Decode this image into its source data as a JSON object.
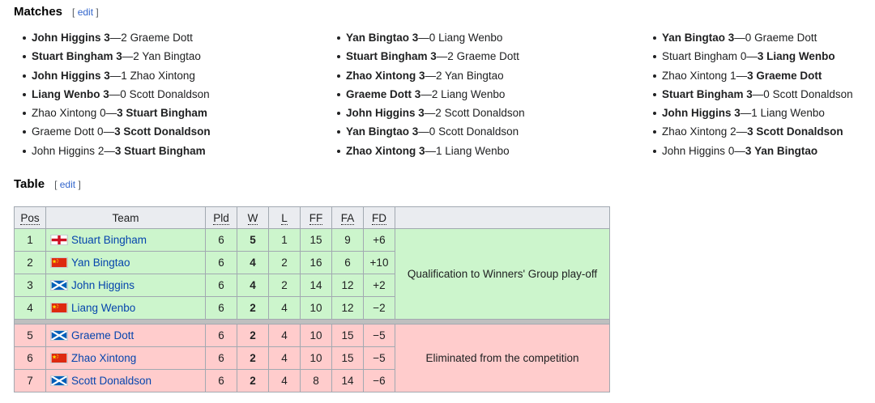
{
  "matches_section": {
    "title": "Matches",
    "edit_label": "edit"
  },
  "matches": {
    "col1": [
      {
        "a": "John Higgins",
        "sa": "3",
        "sb": "2",
        "b": "Graeme Dott",
        "winner": "a"
      },
      {
        "a": "Stuart Bingham",
        "sa": "3",
        "sb": "2",
        "b": "Yan Bingtao",
        "winner": "a"
      },
      {
        "a": "John Higgins",
        "sa": "3",
        "sb": "1",
        "b": "Zhao Xintong",
        "winner": "a"
      },
      {
        "a": "Liang Wenbo",
        "sa": "3",
        "sb": "0",
        "b": "Scott Donaldson",
        "winner": "a"
      },
      {
        "a": "Zhao Xintong",
        "sa": "0",
        "sb": "3",
        "b": "Stuart Bingham",
        "winner": "b"
      },
      {
        "a": "Graeme Dott",
        "sa": "0",
        "sb": "3",
        "b": "Scott Donaldson",
        "winner": "b"
      },
      {
        "a": "John Higgins",
        "sa": "2",
        "sb": "3",
        "b": "Stuart Bingham",
        "winner": "b"
      }
    ],
    "col2": [
      {
        "a": "Yan Bingtao",
        "sa": "3",
        "sb": "0",
        "b": "Liang Wenbo",
        "winner": "a"
      },
      {
        "a": "Stuart Bingham",
        "sa": "3",
        "sb": "2",
        "b": "Graeme Dott",
        "winner": "a"
      },
      {
        "a": "Zhao Xintong",
        "sa": "3",
        "sb": "2",
        "b": "Yan Bingtao",
        "winner": "a"
      },
      {
        "a": "Graeme Dott",
        "sa": "3",
        "sb": "2",
        "b": "Liang Wenbo",
        "winner": "a"
      },
      {
        "a": "John Higgins",
        "sa": "3",
        "sb": "2",
        "b": "Scott Donaldson",
        "winner": "a"
      },
      {
        "a": "Yan Bingtao",
        "sa": "3",
        "sb": "0",
        "b": "Scott Donaldson",
        "winner": "a"
      },
      {
        "a": "Zhao Xintong",
        "sa": "3",
        "sb": "1",
        "b": "Liang Wenbo",
        "winner": "a"
      }
    ],
    "col3": [
      {
        "a": "Yan Bingtao",
        "sa": "3",
        "sb": "0",
        "b": "Graeme Dott",
        "winner": "a"
      },
      {
        "a": "Stuart Bingham",
        "sa": "0",
        "sb": "3",
        "b": "Liang Wenbo",
        "winner": "b"
      },
      {
        "a": "Zhao Xintong",
        "sa": "1",
        "sb": "3",
        "b": "Graeme Dott",
        "winner": "b"
      },
      {
        "a": "Stuart Bingham",
        "sa": "3",
        "sb": "0",
        "b": "Scott Donaldson",
        "winner": "a"
      },
      {
        "a": "John Higgins",
        "sa": "3",
        "sb": "1",
        "b": "Liang Wenbo",
        "winner": "a"
      },
      {
        "a": "Zhao Xintong",
        "sa": "2",
        "sb": "3",
        "b": "Scott Donaldson",
        "winner": "b"
      },
      {
        "a": "John Higgins",
        "sa": "0",
        "sb": "3",
        "b": "Yan Bingtao",
        "winner": "b"
      }
    ]
  },
  "table_section": {
    "title": "Table",
    "edit_label": "edit"
  },
  "table": {
    "headers": [
      "Pos",
      "Team",
      "Pld",
      "W",
      "L",
      "FF",
      "FA",
      "FD"
    ],
    "rows": [
      {
        "pos": "1",
        "team": "Stuart Bingham",
        "flag": "england",
        "pld": "6",
        "w": "5",
        "l": "1",
        "ff": "15",
        "fa": "9",
        "fd": "+6",
        "group": "q"
      },
      {
        "pos": "2",
        "team": "Yan Bingtao",
        "flag": "china",
        "pld": "6",
        "w": "4",
        "l": "2",
        "ff": "16",
        "fa": "6",
        "fd": "+10",
        "group": "q"
      },
      {
        "pos": "3",
        "team": "John Higgins",
        "flag": "scotland",
        "pld": "6",
        "w": "4",
        "l": "2",
        "ff": "14",
        "fa": "12",
        "fd": "+2",
        "group": "q"
      },
      {
        "pos": "4",
        "team": "Liang Wenbo",
        "flag": "china",
        "pld": "6",
        "w": "2",
        "l": "4",
        "ff": "10",
        "fa": "12",
        "fd": "−2",
        "group": "q"
      },
      {
        "pos": "5",
        "team": "Graeme Dott",
        "flag": "scotland",
        "pld": "6",
        "w": "2",
        "l": "4",
        "ff": "10",
        "fa": "15",
        "fd": "−5",
        "group": "e"
      },
      {
        "pos": "6",
        "team": "Zhao Xintong",
        "flag": "china",
        "pld": "6",
        "w": "2",
        "l": "4",
        "ff": "10",
        "fa": "15",
        "fd": "−5",
        "group": "e"
      },
      {
        "pos": "7",
        "team": "Scott Donaldson",
        "flag": "scotland",
        "pld": "6",
        "w": "2",
        "l": "4",
        "ff": "8",
        "fa": "14",
        "fd": "−6",
        "group": "e"
      }
    ],
    "qualification_note": "Qualification to Winners' Group play-off",
    "elimination_note": "Eliminated from the competition"
  },
  "colors": {
    "qualified_bg": "#ccf5cc",
    "eliminated_bg": "#ffcccc",
    "link": "#0645ad",
    "edit_link": "#3366cc"
  }
}
